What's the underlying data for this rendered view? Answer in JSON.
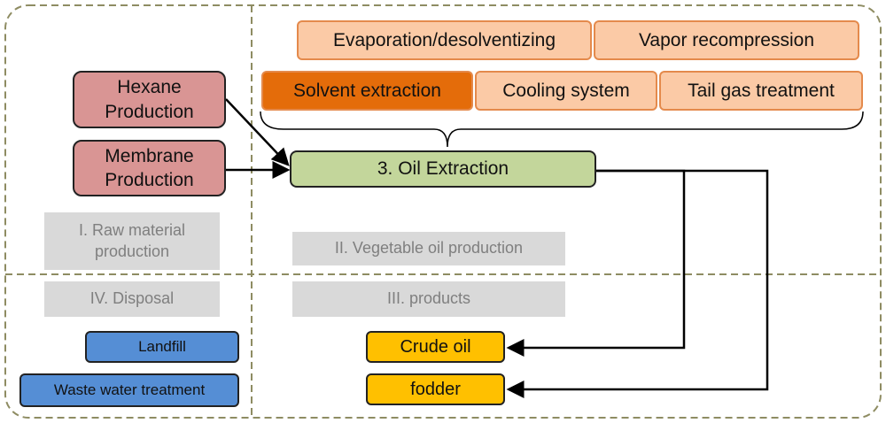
{
  "process_steps": {
    "evaporation": "Evaporation/desolventizing",
    "vapor": "Vapor recompression",
    "solvent": "Solvent extraction",
    "cooling": "Cooling system",
    "tailgas": "Tail gas treatment"
  },
  "inputs": {
    "hexane": "Hexane Production",
    "membrane": "Membrane Production"
  },
  "main_process": "3. Oil Extraction",
  "sections": {
    "raw": "I. Raw material production",
    "veg": "II. Vegetable oil production",
    "products": "III. products",
    "disposal": "IV. Disposal"
  },
  "disposal": {
    "landfill": "Landfill",
    "wastewater": "Waste water treatment"
  },
  "products": {
    "crude": "Crude oil",
    "fodder": "fodder"
  },
  "colors": {
    "dash": "#8e8c62",
    "peach": "#fbcaa6",
    "orange": "#e46c0a",
    "red": "#d99594",
    "green": "#c3d69b",
    "blue": "#558ed5",
    "yellow": "#ffc000"
  }
}
